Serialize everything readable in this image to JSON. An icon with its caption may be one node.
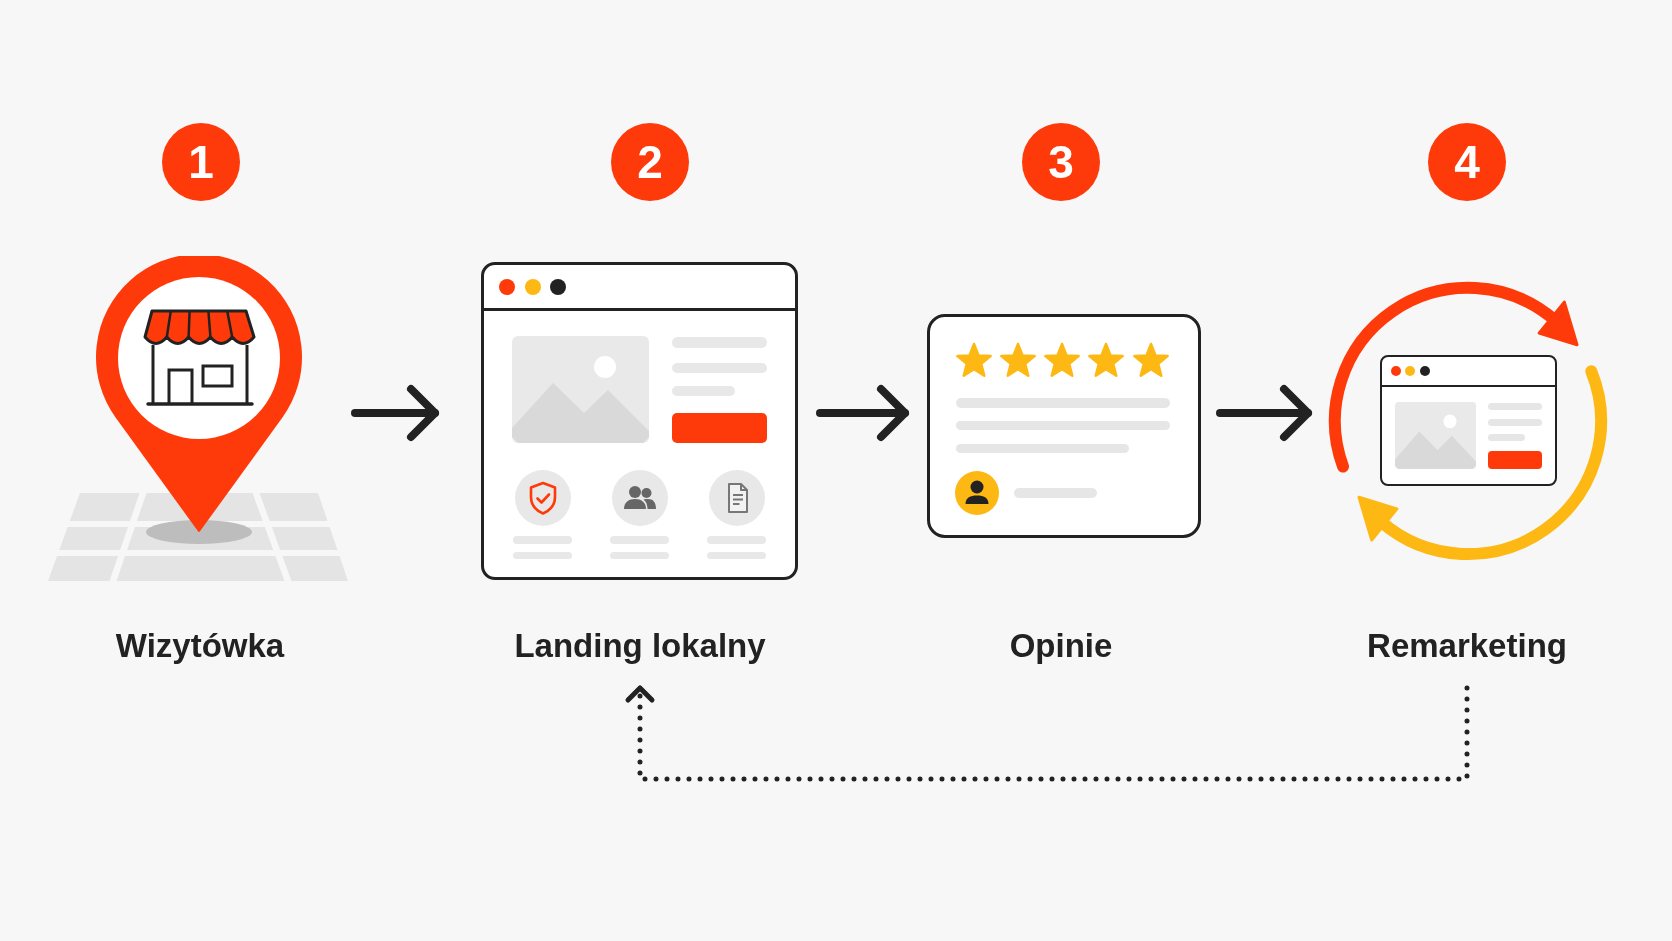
{
  "diagram": {
    "nodes": [
      {
        "text": [
          "1"
        ]
      },
      {
        "text": [
          "Wizytówka"
        ]
      },
      {
        "text": [
          "2"
        ]
      },
      {
        "text": [
          "Landing lokalny"
        ]
      },
      {
        "text": [
          "3"
        ]
      },
      {
        "text": [
          "Opinie"
        ]
      },
      {
        "text": [
          "4"
        ]
      },
      {
        "text": [
          "Remarketing"
        ]
      }
    ],
    "edges": [
      {
        "from": 1,
        "to": 3,
        "arrow": "to"
      },
      {
        "from": 3,
        "to": 5,
        "arrow": "to"
      },
      {
        "from": 5,
        "to": 7,
        "arrow": "to"
      },
      {
        "from": 7,
        "to": 3,
        "arrow": "to",
        "style": "dashed"
      }
    ]
  }
}
